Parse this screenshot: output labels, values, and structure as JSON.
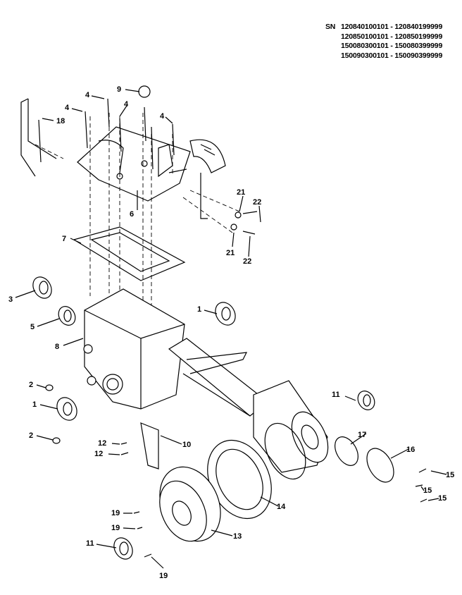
{
  "serial_numbers": {
    "label": "SN",
    "ranges": [
      "120840100101 - 120840199999",
      "120850100101 - 120850199999",
      "150080300101 - 150080399999",
      "150090300101 - 150090399999"
    ]
  },
  "callouts": [
    "18",
    "4",
    "4",
    "9",
    "4",
    "4",
    "6",
    "21",
    "22",
    "21",
    "22",
    "7",
    "3",
    "1",
    "5",
    "8",
    "2",
    "1",
    "2",
    "12",
    "12",
    "10",
    "11",
    "17",
    "16",
    "15",
    "15",
    "15",
    "14",
    "19",
    "19",
    "13",
    "11",
    "19"
  ]
}
